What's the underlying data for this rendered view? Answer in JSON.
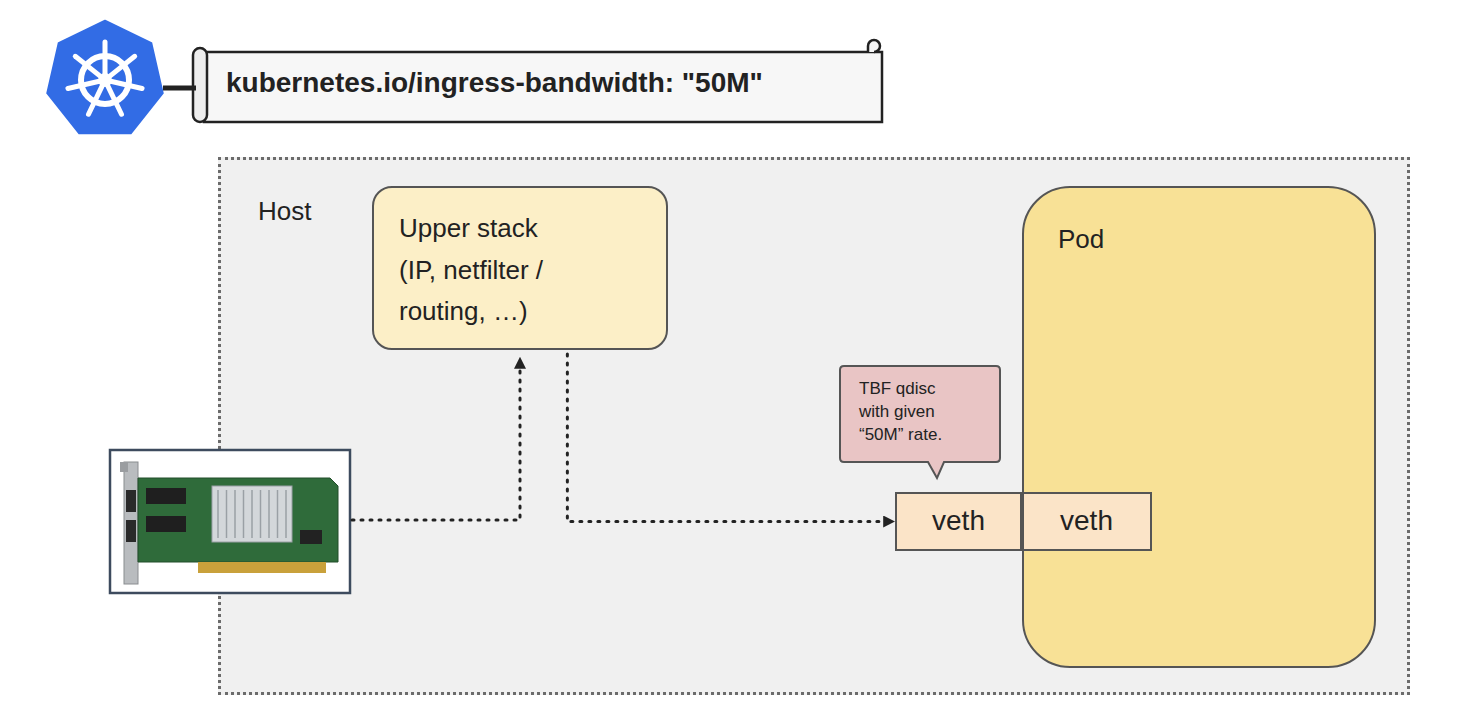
{
  "diagram": {
    "nodes": [
      {
        "text": [
          "kubernetes.io/ingress-bandwidth: \"50M\""
        ]
      },
      {
        "text": [
          "Host"
        ]
      },
      {
        "text": [
          "Upper stack (IP, netfilter / routing, …)"
        ],
        "in": 1
      },
      {
        "text": [
          "Pod"
        ],
        "in": 1
      },
      {
        "text": [
          "TBF qdisc with given “50M” rate."
        ],
        "in": 1
      },
      {
        "text": [
          "veth"
        ],
        "in": 1
      },
      {
        "text": [
          "veth"
        ],
        "in": 3
      }
    ],
    "edges": [
      {
        "from": 2,
        "to": 5,
        "arrow": "to"
      }
    ]
  }
}
